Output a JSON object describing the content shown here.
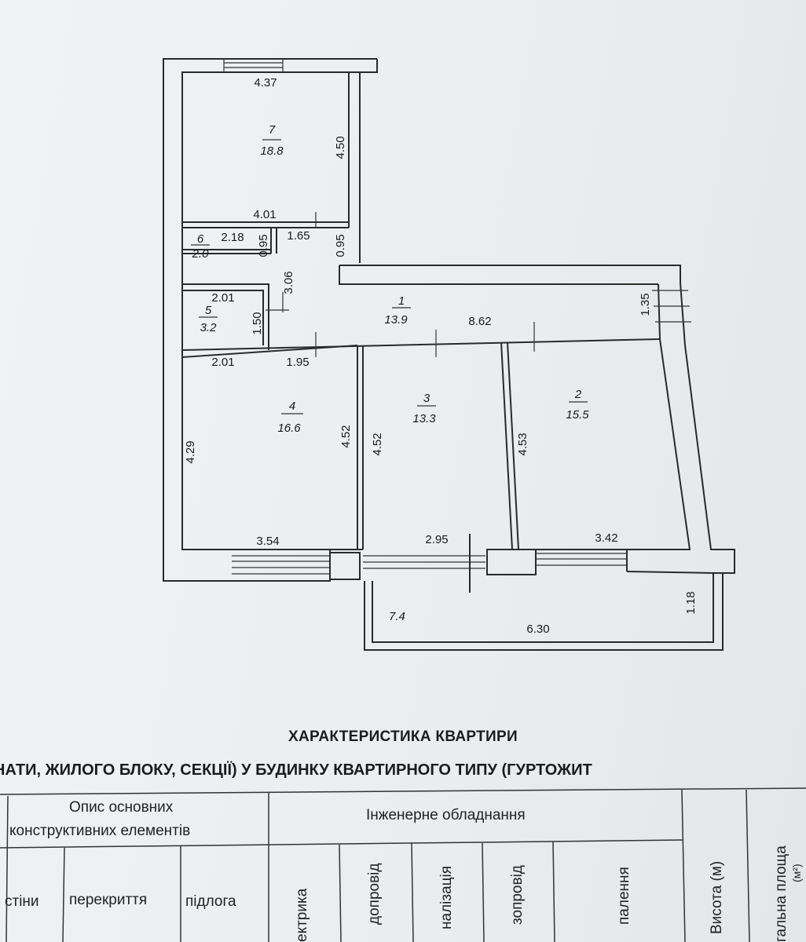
{
  "plan": {
    "rooms": [
      {
        "no": "7",
        "area": "18.8"
      },
      {
        "no": "6",
        "area": "2.0"
      },
      {
        "no": "5",
        "area": "3.2"
      },
      {
        "no": "1",
        "area": "13.9"
      },
      {
        "no": "4",
        "area": "16.6"
      },
      {
        "no": "3",
        "area": "13.3"
      },
      {
        "no": "2",
        "area": "15.5"
      }
    ],
    "balcony_area": "7.4",
    "dimensions": {
      "r7_top": "4.37",
      "r7_side": "4.50",
      "r7_bottom": "4.01",
      "r6_width": "2.18",
      "r6_height": "0.95",
      "hall_upper_width": "1.65",
      "hall_upper_height": "0.95",
      "hall_vertical": "3.06",
      "r5_top": "2.01",
      "r5_height": "1.50",
      "corridor_length": "8.62",
      "corridor_end": "1.35",
      "r4_top_left": "2.01",
      "r4_top_right": "1.95",
      "r4_left": "4.29",
      "r4_right": "4.52",
      "r4_bottom": "3.54",
      "r3_left": "4.52",
      "r3_bottom": "2.95",
      "r2_left": "4.53",
      "r2_bottom": "3.42",
      "balcony_length": "6.30",
      "balcony_depth": "1.18"
    }
  },
  "table": {
    "title": "ХАРАКТЕРИСТИКА КВАРТИРИ",
    "subtitle": "НАТИ, ЖИЛОГО БЛОКУ, СЕКЦІЇ) У БУДИНКУ КВАРТИРНОГО ТИПУ (ГУРТОЖИТ",
    "group1": "Опис основних",
    "group1_line2": "конструктивних елементів",
    "group2": "Інженерне обладнання",
    "col_walls": "стіни",
    "col_floors": "перекриття",
    "col_floor": "підлога",
    "col_height": "Висота (м)",
    "col_area": "гальна площа",
    "col_area_unit": "(м²)",
    "eng_cols": [
      "ектрика",
      "допровід",
      "налізація",
      "зопровід",
      "палення"
    ]
  }
}
